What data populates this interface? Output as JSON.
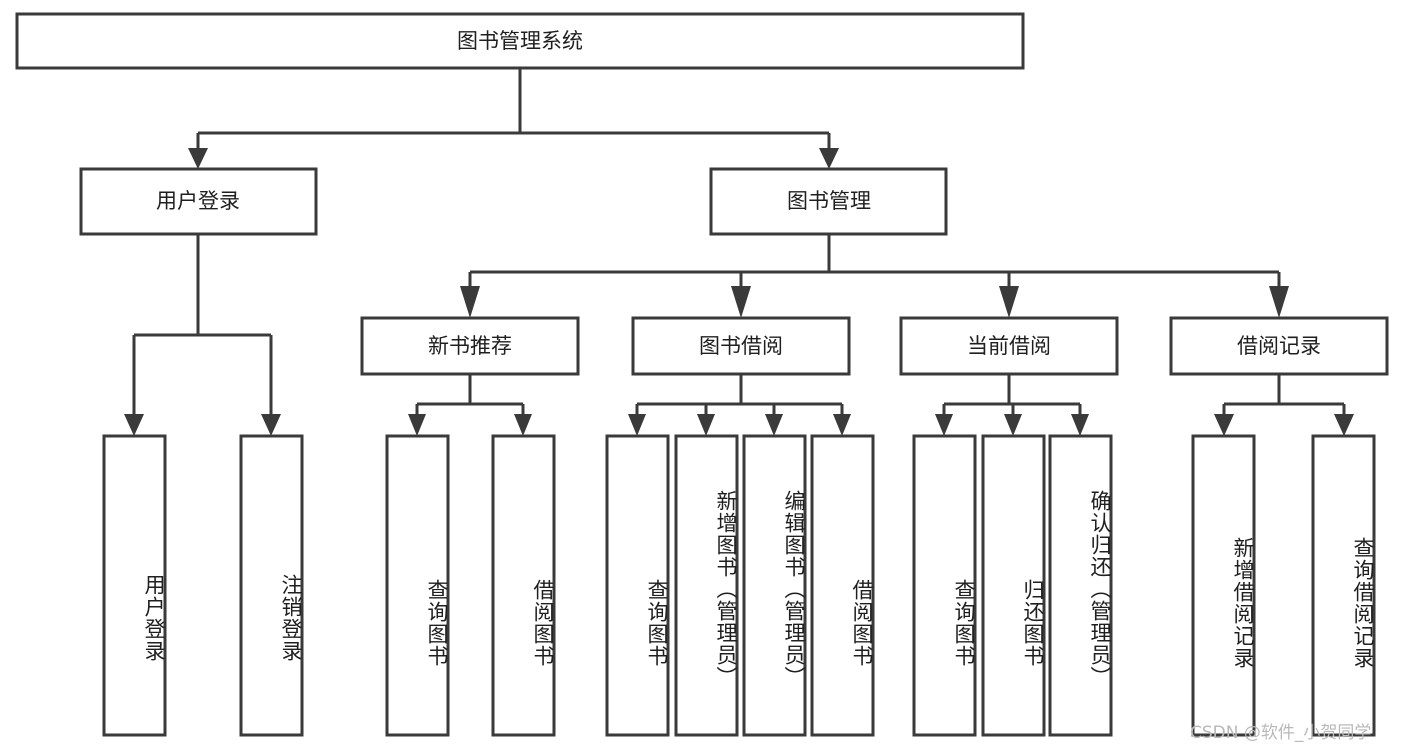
{
  "diagram": {
    "type": "tree",
    "title": "图书管理系统",
    "root": {
      "label": "图书管理系统"
    },
    "level2": [
      {
        "label": "用户登录"
      },
      {
        "label": "图书管理"
      }
    ],
    "level3": [
      {
        "label": "新书推荐"
      },
      {
        "label": "图书借阅"
      },
      {
        "label": "当前借阅"
      },
      {
        "label": "借阅记录"
      }
    ],
    "leaves": {
      "user_login": [
        {
          "label": "用户登录"
        },
        {
          "label": "注销登录"
        }
      ],
      "new_book_recommend": [
        {
          "label": "查询图书"
        },
        {
          "label": "借阅图书"
        }
      ],
      "book_borrow": [
        {
          "label": "查询图书"
        },
        {
          "label": "新增图书（管理员）"
        },
        {
          "label": "编辑图书（管理员）"
        },
        {
          "label": "借阅图书"
        }
      ],
      "current_borrow": [
        {
          "label": "查询图书"
        },
        {
          "label": "归还图书"
        },
        {
          "label": "确认归还（管理员）"
        }
      ],
      "borrow_record": [
        {
          "label": "新增借阅记录"
        },
        {
          "label": "查询借阅记录"
        }
      ]
    }
  },
  "watermark": {
    "text": "CSDN @软件_小贺同学"
  },
  "colors": {
    "box_stroke": "#3a3a3a",
    "box_fill": "#ffffff",
    "text": "#1f1f1f",
    "watermark": "#b9b9b9",
    "background": "#ffffff"
  }
}
